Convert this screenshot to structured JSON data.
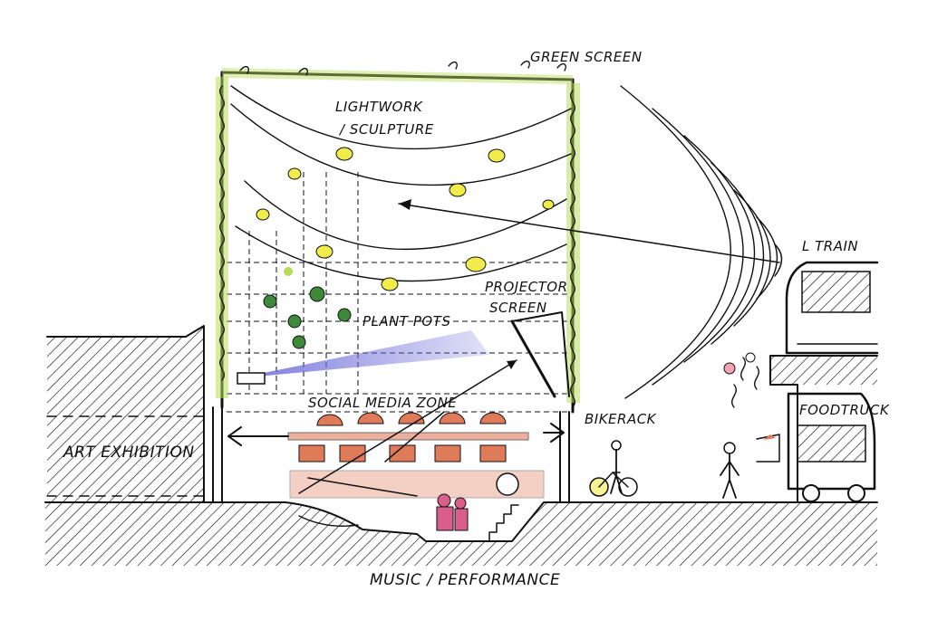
{
  "labels": {
    "green_screen": "GREEN SCREEN",
    "lightwork_1": "LIGHTWORK",
    "lightwork_2": "/ SCULPTURE",
    "projector_1": "PROJECTOR",
    "projector_2": "SCREEN",
    "plant_pots": "PLANT POTS",
    "social_media_zone": "SOCIAL MEDIA ZONE",
    "l_train": "L TRAIN",
    "foodtruck": "FOODTRUCK",
    "bikerack": "BIKERACK",
    "art_exhibition": "ART EXHIBITION",
    "music_performance": "MUSIC / PERFORMANCE"
  },
  "colors": {
    "ink": "#111111",
    "foliage": "#b8dc5a",
    "lights": "#f2ec4a",
    "brick": "#e07b5a",
    "projection": "#6a6ad8",
    "plants": "#3f8a3a",
    "people": "#d95f8a"
  }
}
